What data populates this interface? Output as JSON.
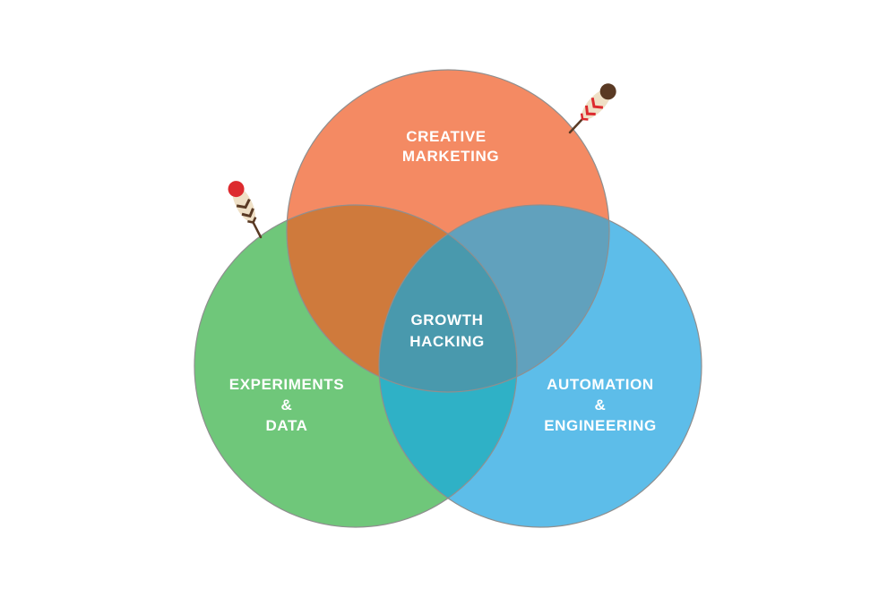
{
  "diagram": {
    "circles": {
      "creative_marketing": {
        "label_lines": [
          "CREATIVE",
          "MARKETING"
        ],
        "color": "#f48a63"
      },
      "experiments_data": {
        "label_lines": [
          "EXPERIMENTS",
          "&",
          "DATA"
        ],
        "color": "#6fc77a"
      },
      "automation_engineering": {
        "label_lines": [
          "AUTOMATION",
          "&",
          "ENGINEERING"
        ],
        "color": "#5dbde9"
      }
    },
    "overlaps": {
      "marketing_experiments_color": "#cf7a3c",
      "marketing_automation_color": "#61a1bd",
      "experiments_automation_color": "#2fb1c6",
      "center_color": "#4999ad"
    },
    "center_label_lines": [
      "GROWTH",
      "HACKING"
    ],
    "outline_color": "#8f8f8f",
    "decorations": [
      {
        "name": "feather-icon",
        "tip_color": "#dd2a2e",
        "shaft_color": "#efe0c6",
        "stripe_color": "#5a3a24"
      },
      {
        "name": "feather-icon",
        "tip_color": "#5a3a24",
        "shaft_color": "#efe0c6",
        "stripe_color": "#dd2a2e"
      }
    ]
  }
}
